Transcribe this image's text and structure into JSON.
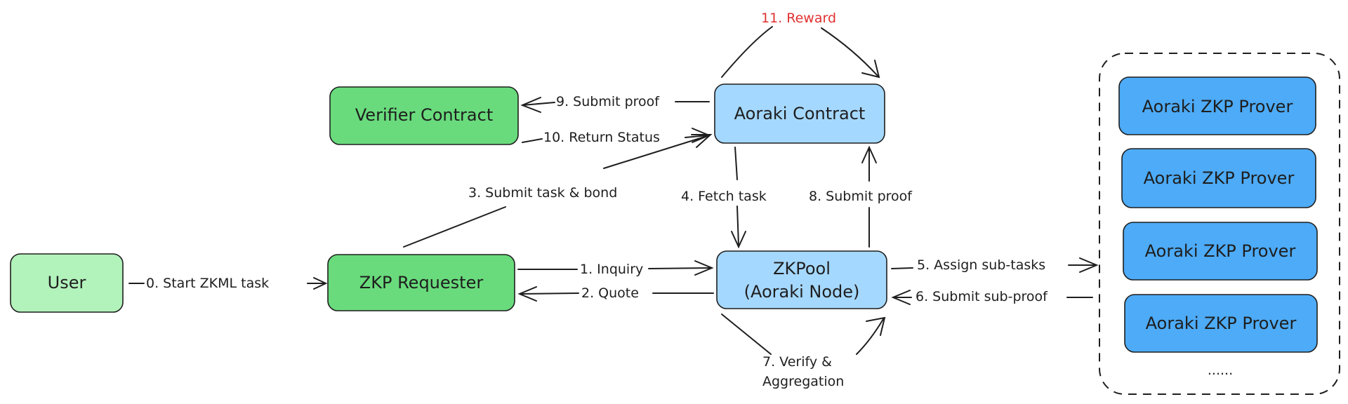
{
  "colors": {
    "user": "#b2f2bb",
    "green": "#69db7c",
    "light_blue": "#a5d8ff",
    "blue": "#4dabf7",
    "stroke": "#1e1e1e",
    "reward": "#e03131"
  },
  "nodes": {
    "user": "User",
    "zkp_requester": "ZKP Requester",
    "verifier_contract": "Verifier Contract",
    "aoraki_contract": "Aoraki Contract",
    "zkpool_line1": "ZKPool",
    "zkpool_line2": "(Aoraki Node)",
    "prover_1": "Aoraki ZKP Prover",
    "prover_2": "Aoraki ZKP Prover",
    "prover_3": "Aoraki ZKP Prover",
    "prover_4": "Aoraki ZKP Prover",
    "prover_more": "......"
  },
  "edges": {
    "e0": "0. Start ZKML task",
    "e1": "1. Inquiry",
    "e2": "2. Quote",
    "e3": "3. Submit task & bond",
    "e4": "4. Fetch task",
    "e5": "5. Assign sub-tasks",
    "e6": "6. Submit sub-proof",
    "e7_line1": "7. Verify &",
    "e7_line2": "Aggregation",
    "e8": "8. Submit proof",
    "e9": "9. Submit proof",
    "e10": "10. Return Status",
    "e11": "11. Reward"
  }
}
